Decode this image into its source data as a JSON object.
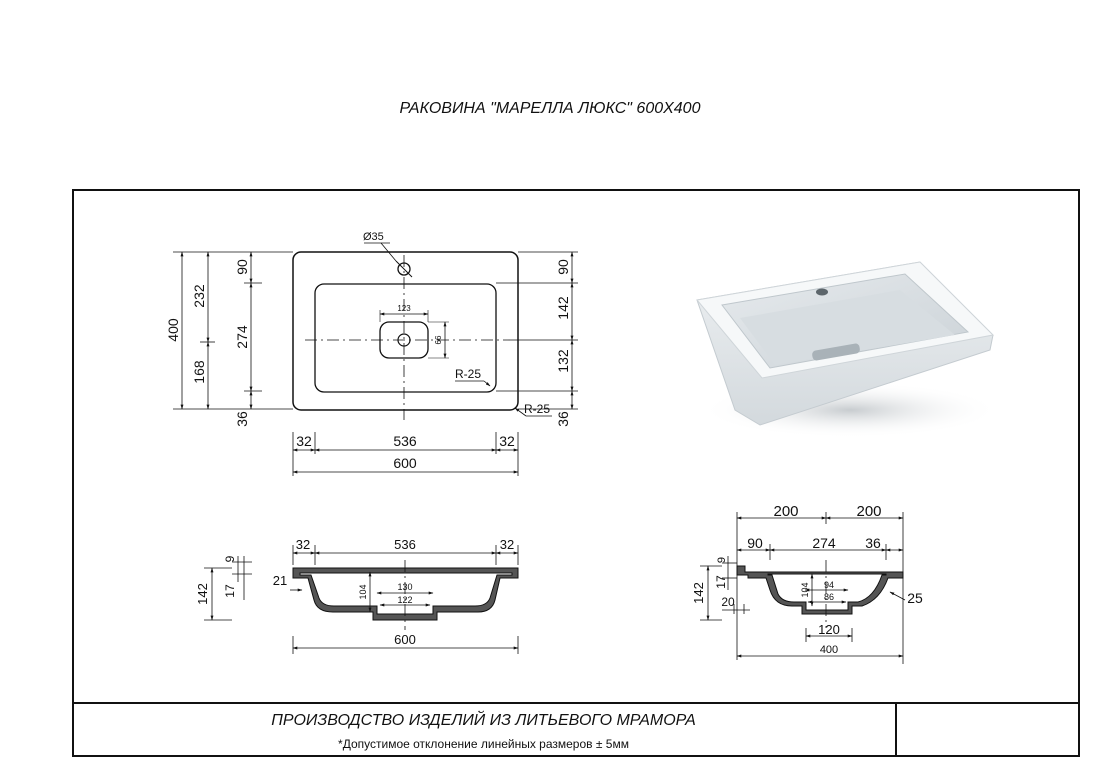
{
  "header": {
    "title": "РАКОВИНА \"МАРЕЛЛА ЛЮКС\" 600Х400"
  },
  "title_block": {
    "company": "ПРОИЗВОДСТВО ИЗДЕЛИЙ ИЗ ЛИТЬЕВОГО МРАМОРА",
    "tolerance": "*Допустимое отклонение линейных размеров  ± 5мм"
  },
  "top_view": {
    "tap_hole": "Ø35",
    "drain_width": "123",
    "drain_height": "66",
    "inner_radius": "R-25",
    "outer_radius": "R-25",
    "left_dims": {
      "total": "400",
      "upper": "232",
      "lower": "168"
    },
    "mid_dims": {
      "top": "90",
      "middle": "274",
      "bottom": "36"
    },
    "right_dims": {
      "top": "90",
      "upper": "142",
      "lower": "132",
      "bottom": "36"
    },
    "bottom_dims": {
      "left": "32",
      "middle": "536",
      "right": "32",
      "total": "600"
    }
  },
  "front_section": {
    "top_left": "32",
    "top_mid": "536",
    "top_right": "32",
    "rim": "9",
    "wall": "17",
    "height": "142",
    "side": "21",
    "depth": "104",
    "drain_outer": "130",
    "drain_inner": "122",
    "total": "600"
  },
  "side_section": {
    "half_left": "200",
    "half_right": "200",
    "back": "90",
    "middle": "274",
    "front": "36",
    "rim": "9",
    "wall": "17",
    "height": "142",
    "depth": "104",
    "drain_outer": "94",
    "drain_inner": "86",
    "bottom_offset": "20",
    "radius": "25",
    "base": "120",
    "total": "400"
  },
  "colors": {
    "line": "#111111",
    "section_fill": "#555555",
    "render_white": "#f4f6f7"
  }
}
